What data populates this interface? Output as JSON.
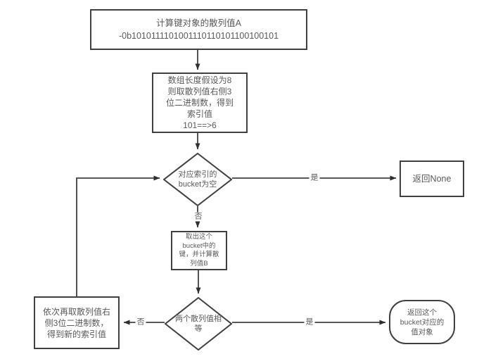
{
  "diagram": {
    "title_hint": "hash-table lookup flowchart",
    "colors": {
      "stroke": "#404040",
      "text": "#595959",
      "background": "#ffffff",
      "arrowhead": "#2f2f2f"
    },
    "nodes": {
      "compute_hash": {
        "lines": [
          "计算键对象的散列值A",
          "-0b1010111101001110110101100100101"
        ]
      },
      "take_index": {
        "lines": [
          "数组长度假设为8",
          "则取散列值右侧3",
          "位二进制数，得到",
          "索引值",
          "101==>6"
        ]
      },
      "bucket_empty": {
        "lines": [
          "对应索引的",
          "bucket为空"
        ]
      },
      "return_none": {
        "lines": [
          "返回None"
        ]
      },
      "take_key": {
        "lines": [
          "取出这个",
          "bucket中的",
          "键，并计算散",
          "列值B"
        ]
      },
      "hash_equal": {
        "lines": [
          "两个散列值相",
          "等"
        ]
      },
      "return_value": {
        "lines": [
          "返回这个",
          "bucket对应的",
          "值对象"
        ]
      },
      "retry_index": {
        "lines": [
          "依次再取散列值右",
          "侧3位二进制数，",
          "得到新的索引值"
        ]
      }
    },
    "edge_labels": {
      "empty_yes": "是",
      "empty_no": "否",
      "equal_yes": "是",
      "equal_no": "否"
    }
  }
}
